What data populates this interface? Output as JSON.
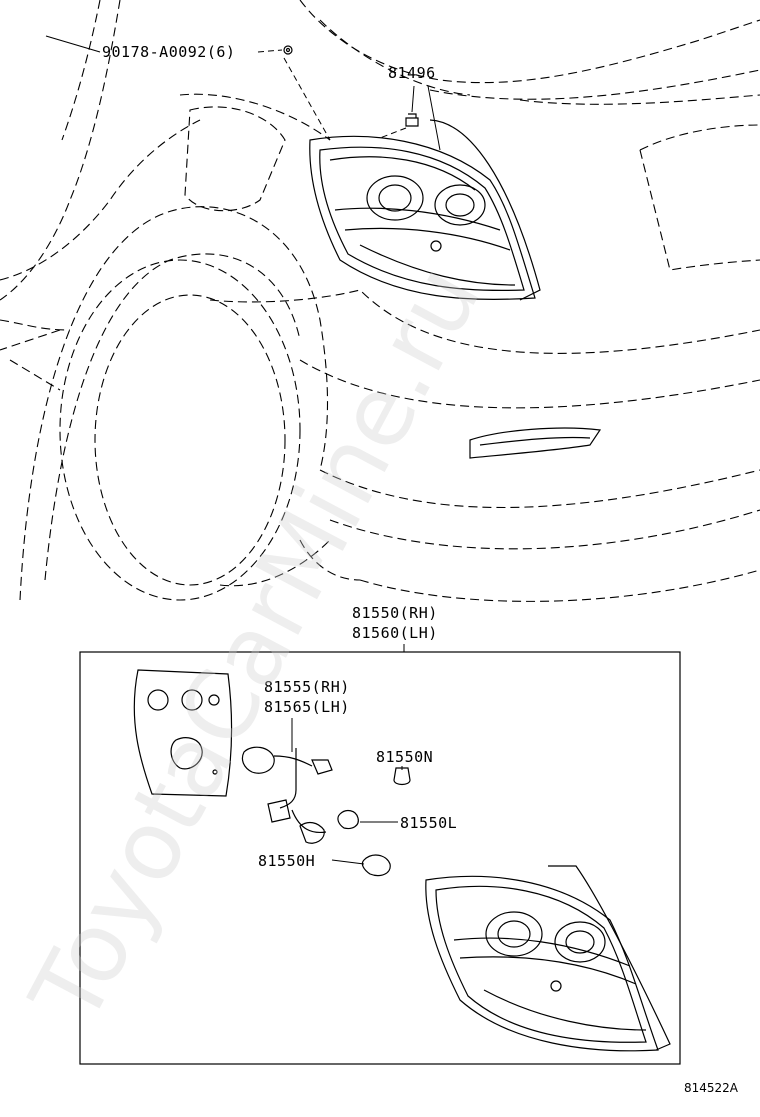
{
  "watermark": "ToyotaCarMine.ru",
  "callouts": {
    "screw": "90178-A0092(6)",
    "clip": "81496",
    "assy_rh": "81550(RH)",
    "assy_lh": "81560(LH)",
    "socket_rh": "81555(RH)",
    "socket_lh": "81565(LH)",
    "bulb_n": "81550N",
    "bulb_l": "81550L",
    "bulb_h": "81550H"
  },
  "diagram_code": "814522A"
}
